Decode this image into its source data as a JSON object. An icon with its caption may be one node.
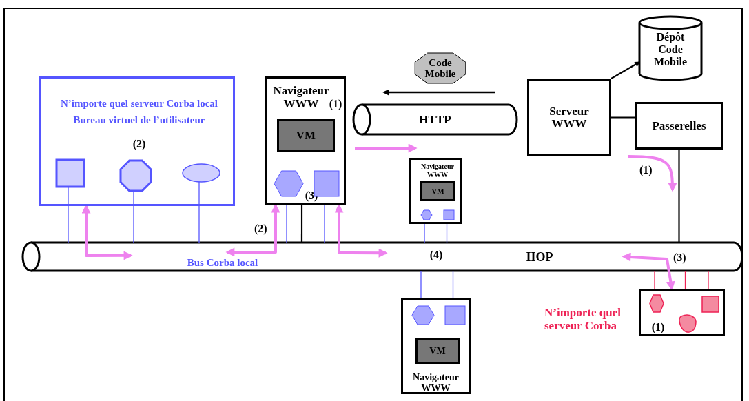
{
  "diagram": {
    "nodes": [
      {
        "text": [
          "N’importe quel serveur Corba local",
          "Bureau virtuel de l’utilisateur",
          "(2)"
        ]
      },
      {
        "text": [],
        "shape": "box",
        "in": 0
      },
      {
        "text": [],
        "shape": "octagon",
        "in": 0
      },
      {
        "text": [],
        "shape": "ellipse",
        "in": 0
      },
      {
        "text": [
          "Navigateur WWW",
          "(1)",
          "(3)"
        ]
      },
      {
        "text": [
          "VM"
        ],
        "in": 4
      },
      {
        "text": [],
        "shape": "hexagon",
        "in": 4
      },
      {
        "text": [],
        "shape": "box",
        "in": 4
      },
      {
        "text": [
          "Code Mobile"
        ]
      },
      {
        "text": [
          "HTTP"
        ]
      },
      {
        "text": [
          "Serveur WWW"
        ]
      },
      {
        "text": [
          "Dépôt Code Mobile"
        ]
      },
      {
        "text": [
          "Passerelles"
        ]
      },
      {
        "text": [
          "Navigateur WWW"
        ]
      },
      {
        "text": [
          "VM"
        ],
        "in": 13
      },
      {
        "text": [],
        "shape": "hexagon",
        "in": 13
      },
      {
        "text": [],
        "shape": "box",
        "in": 13
      },
      {
        "text": [
          "Bus Corba local",
          "(4)",
          "IIOP"
        ]
      },
      {
        "text": [
          "Navigateur WWW"
        ]
      },
      {
        "text": [],
        "shape": "hexagon",
        "in": 18
      },
      {
        "text": [],
        "shape": "box",
        "in": 18
      },
      {
        "text": [
          "VM"
        ],
        "in": 18
      },
      {
        "text": [
          "(1)"
        ],
        "beside": [
          "N’importe quel serveur Corba"
        ]
      },
      {
        "text": [],
        "shape": "hexagon",
        "in": 22
      },
      {
        "text": [],
        "shape": "blob",
        "in": 22
      },
      {
        "text": [],
        "shape": "box",
        "in": 22
      }
    ],
    "edges": [
      {
        "from": 1,
        "to": 17,
        "arrow": "none"
      },
      {
        "from": 2,
        "to": 17,
        "arrow": "none"
      },
      {
        "from": 3,
        "to": 17,
        "arrow": "none"
      },
      {
        "from": 6,
        "to": 17,
        "arrow": "none"
      },
      {
        "from": 7,
        "to": 17,
        "arrow": "none"
      },
      {
        "from": 4,
        "to": 17,
        "arrow": "none",
        "color": "#000000"
      },
      {
        "from": 15,
        "to": 17,
        "arrow": "none"
      },
      {
        "from": 16,
        "to": 17,
        "arrow": "none"
      },
      {
        "from": 19,
        "to": 17,
        "arrow": "none"
      },
      {
        "from": 20,
        "to": 17,
        "arrow": "none"
      },
      {
        "from": 23,
        "to": 17,
        "arrow": "none",
        "color": "#ee2255"
      },
      {
        "from": 24,
        "to": 17,
        "arrow": "none",
        "color": "#ee2255"
      },
      {
        "from": 25,
        "to": 17,
        "arrow": "none",
        "color": "#ee2255"
      },
      {
        "from": 10,
        "to": 11,
        "arrow": "to",
        "color": "#000000"
      },
      {
        "from": 10,
        "to": 12,
        "arrow": "none",
        "color": "#000000"
      },
      {
        "from": 12,
        "to": 17,
        "arrow": "none",
        "color": "#000000"
      },
      {
        "from": 0,
        "to": 17,
        "arrow": "both",
        "style": "thick",
        "color": "#ee82ee"
      },
      {
        "from": 4,
        "to": 17,
        "arrow": "both",
        "style": "thick",
        "color": "#ee82ee",
        "label": "(2)"
      },
      {
        "from": 4,
        "to": 17,
        "arrow": "both",
        "style": "thick",
        "color": "#ee82ee"
      },
      {
        "from": 17,
        "to": 22,
        "arrow": "both",
        "style": "thick",
        "color": "#ee82ee",
        "label": "(3)"
      }
    ],
    "labels": [
      "(1)"
    ]
  }
}
